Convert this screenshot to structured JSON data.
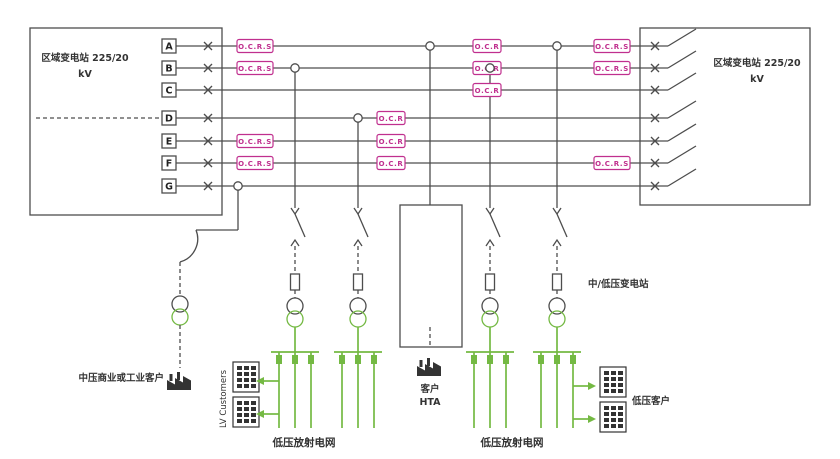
{
  "stations": {
    "left": {
      "line1": "区域变电站 225/20",
      "line2": "kV"
    },
    "right": {
      "line1": "区域变电站 225/20",
      "line2": "kV"
    }
  },
  "bus_labels": [
    "A",
    "B",
    "C",
    "D",
    "E",
    "F",
    "G"
  ],
  "relays": {
    "ocrs": "O.C.R.S",
    "ocr": "O.C.R"
  },
  "labels": {
    "mv_lv_substation": "中/低压变电站",
    "mv_customer": "中压商业或工业客户",
    "hta_customer_line1": "客户",
    "hta_customer_line2": "HTA",
    "lv_customers_vertical": "LV Customers",
    "lv_customer": "低压客户",
    "lv_network_left": "低压放射电网",
    "lv_network_right": "低压放射电网"
  },
  "colors": {
    "line": "#4d4d4d",
    "relay_pink": "#c02f8e",
    "lv_green": "#74b943",
    "text": "#333333"
  }
}
